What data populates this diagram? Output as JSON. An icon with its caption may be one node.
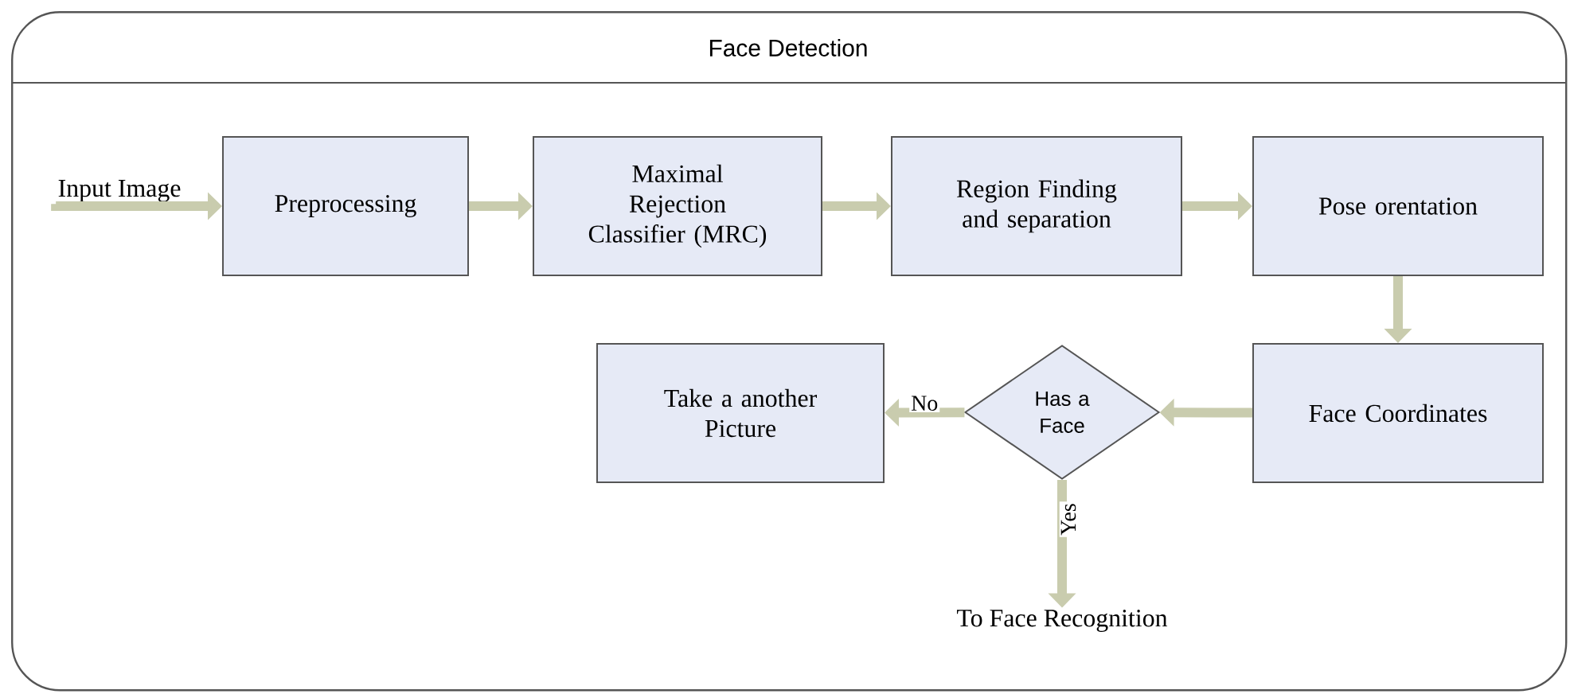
{
  "diagram": {
    "nodes": [
      {
        "text": [
          "Face Detection"
        ]
      },
      {
        "text": [
          "Input Image"
        ],
        "in": 0
      },
      {
        "text": [
          "Preprocessing"
        ],
        "in": 0
      },
      {
        "text": [
          "Maximal Rejection Classifier (MRC)"
        ],
        "in": 0
      },
      {
        "text": [
          "Region Finding and separation"
        ],
        "in": 0
      },
      {
        "text": [
          "Pose orentation"
        ],
        "in": 0
      },
      {
        "text": [
          "Take a another Picture"
        ],
        "in": 0
      },
      {
        "text": [
          "Has a Face"
        ],
        "in": 0
      },
      {
        "text": [
          "Face Coordinates"
        ],
        "in": 0
      },
      {
        "text": [
          "To Face Recognition"
        ],
        "in": 0
      }
    ],
    "edges": [
      {
        "from": 1,
        "to": 2,
        "arrow": "to"
      },
      {
        "from": 2,
        "to": 3,
        "arrow": "to"
      },
      {
        "from": 3,
        "to": 4,
        "arrow": "to"
      },
      {
        "from": 4,
        "to": 5,
        "arrow": "to"
      },
      {
        "from": 5,
        "to": 8,
        "arrow": "to"
      },
      {
        "from": 8,
        "to": 7,
        "arrow": "to"
      },
      {
        "from": 7,
        "to": 6,
        "arrow": "to",
        "label": "No"
      },
      {
        "from": 7,
        "to": 9,
        "arrow": "to",
        "label": "Yes"
      }
    ]
  }
}
